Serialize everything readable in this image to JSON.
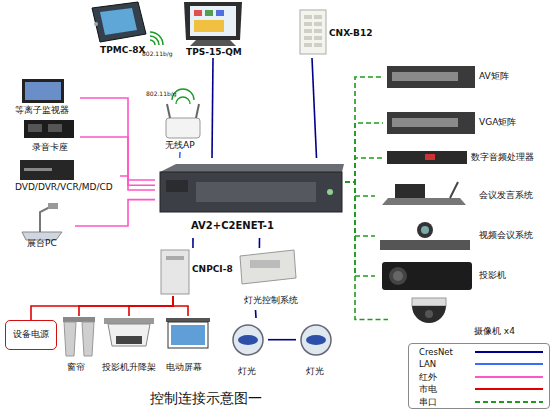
{
  "diagram": {
    "caption": "控制连接示意图一",
    "nodes": [
      {
        "text": [
          "TPMC-8X"
        ]
      },
      {
        "text": [
          "TPS-15-QM"
        ]
      },
      {
        "text": [
          "CNX-B12"
        ]
      },
      {
        "text": [
          "等离子监视器"
        ]
      },
      {
        "text": [
          "录音卡座"
        ]
      },
      {
        "text": [
          "DVD/DVR/VCR/MD/CD"
        ]
      },
      {
        "text": [
          "展台PC"
        ]
      },
      {
        "text": [
          "无线AP"
        ]
      },
      {
        "text": [
          "AV2+C2ENET-1"
        ]
      },
      {
        "text": [
          "AV矩阵"
        ]
      },
      {
        "text": [
          "VGA矩阵"
        ]
      },
      {
        "text": [
          "数字音频处理器"
        ]
      },
      {
        "text": [
          "会议发言系统"
        ]
      },
      {
        "text": [
          "视频会议系统"
        ]
      },
      {
        "text": [
          "投影机"
        ]
      },
      {
        "text": [
          "摄像机 x4"
        ]
      },
      {
        "text": [
          "CNPCI-8"
        ]
      },
      {
        "text": [
          "灯光控制系统"
        ]
      },
      {
        "text": [
          "设备电源"
        ]
      },
      {
        "text": [
          "窗帘"
        ]
      },
      {
        "text": [
          "投影机升降架"
        ]
      },
      {
        "text": [
          "电动屏幕"
        ]
      },
      {
        "text": [
          "灯光"
        ]
      },
      {
        "text": [
          "灯光"
        ]
      }
    ],
    "edges": [
      {
        "from": 1,
        "to": 8,
        "arrow": "none"
      },
      {
        "from": 2,
        "to": 8,
        "arrow": "none"
      },
      {
        "from": 3,
        "to": 8,
        "arrow": "none"
      },
      {
        "from": 4,
        "to": 8,
        "arrow": "none"
      },
      {
        "from": 5,
        "to": 8,
        "arrow": "none"
      },
      {
        "from": 6,
        "to": 8,
        "arrow": "none"
      },
      {
        "from": 7,
        "to": 8,
        "arrow": "none"
      },
      {
        "from": 8,
        "to": 9,
        "arrow": "none"
      },
      {
        "from": 8,
        "to": 10,
        "arrow": "none"
      },
      {
        "from": 8,
        "to": 11,
        "arrow": "none"
      },
      {
        "from": 8,
        "to": 12,
        "arrow": "none"
      },
      {
        "from": 8,
        "to": 13,
        "arrow": "none"
      },
      {
        "from": 8,
        "to": 14,
        "arrow": "none"
      },
      {
        "from": 8,
        "to": 15,
        "arrow": "none"
      },
      {
        "from": 8,
        "to": 16,
        "arrow": "none"
      },
      {
        "from": 8,
        "to": 17,
        "arrow": "none"
      },
      {
        "from": 16,
        "to": 18,
        "arrow": "none"
      },
      {
        "from": 16,
        "to": 19,
        "arrow": "none"
      },
      {
        "from": 16,
        "to": 20,
        "arrow": "none"
      },
      {
        "from": 16,
        "to": 21,
        "arrow": "none"
      },
      {
        "from": 17,
        "to": 22,
        "arrow": "none"
      },
      {
        "from": 22,
        "to": 23,
        "arrow": "none"
      }
    ],
    "labels": [
      "802.11b/g",
      "802.11b/g"
    ],
    "legend": [
      {
        "text": "CresNet"
      },
      {
        "text": "LAN"
      },
      {
        "text": "红外"
      },
      {
        "text": "市电"
      },
      {
        "text": "串口"
      }
    ]
  }
}
